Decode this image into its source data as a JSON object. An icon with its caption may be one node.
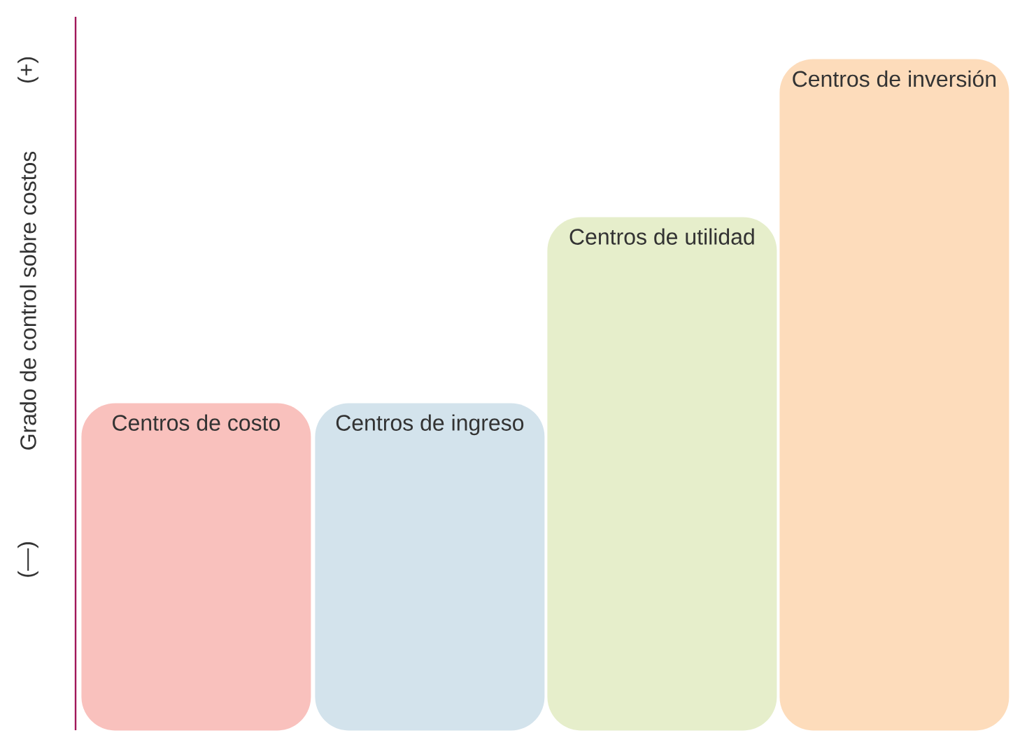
{
  "diagram": {
    "nodes": [
      {
        "text": [
          "Centros de costo"
        ]
      },
      {
        "text": [
          "Centros de ingreso"
        ]
      },
      {
        "text": [
          "Centros de utilidad"
        ]
      },
      {
        "text": [
          "Centros de inversión"
        ]
      }
    ],
    "labels": [
      "(+)",
      "Grado de control sobre costos",
      "(—)"
    ]
  }
}
